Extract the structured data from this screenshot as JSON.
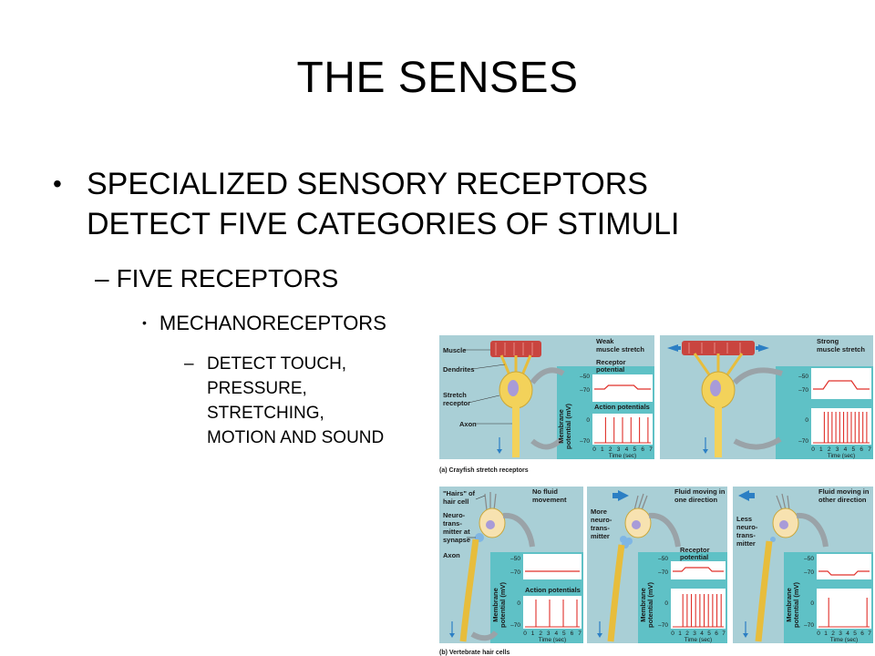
{
  "slide": {
    "title": "THE SENSES",
    "bullet1": "SPECIALIZED SENSORY RECEPTORS DETECT FIVE CATEGORIES OF STIMULI",
    "sub1_dash": "–",
    "sub1": "FIVE RECEPTORS",
    "sub2": "MECHANORECEPTORS",
    "sub3_dash": "–",
    "sub3_lines": [
      "DETECT TOUCH,",
      "PRESSURE,",
      "STRETCHING,",
      "MOTION AND SOUND"
    ]
  },
  "figure": {
    "colors": {
      "panel": "#a9cfd6",
      "graph_bg": "#5fc1c6",
      "neuron": "#f3d25a",
      "muscle": "#c9453f",
      "trace": "#e0302a",
      "arrow": "#2c7fc4"
    },
    "panel_a": {
      "caption": "(a) Crayfish stretch receptors",
      "weak": {
        "title": [
          "Weak",
          "muscle stretch"
        ],
        "labels": [
          "Muscle",
          "Dendrites",
          "Stretch",
          "receptor",
          "Axon",
          "Receptor",
          "potential",
          "Action potentials"
        ],
        "y_label": [
          "Membrane",
          "potential (mV)"
        ],
        "y_ticks": [
          "–50",
          "–70",
          "0",
          "–70"
        ],
        "x_ticks": [
          "0",
          "1",
          "2",
          "3",
          "4",
          "5",
          "6",
          "7"
        ],
        "x_label": "Time (sec)",
        "spike_count": 6
      },
      "strong": {
        "title": [
          "Strong",
          "muscle stretch"
        ],
        "y_ticks": [
          "–50",
          "–70",
          "0",
          "–70"
        ],
        "x_ticks": [
          "0",
          "1",
          "2",
          "3",
          "4",
          "5",
          "6",
          "7"
        ],
        "x_label": "Time (sec)",
        "spike_count": 12
      }
    },
    "panel_b": {
      "caption": "(b) Vertebrate hair cells",
      "no_fluid": {
        "title": [
          "No fluid",
          "movement"
        ],
        "labels": [
          "\"Hairs\" of",
          "hair cell",
          "Neuro-",
          "trans-",
          "mitter at",
          "synapse",
          "Axon",
          "Action potentials"
        ],
        "y_label": [
          "Membrane",
          "potential (mV)"
        ],
        "y_ticks": [
          "–50",
          "–70",
          "0",
          "–70"
        ],
        "x_ticks": [
          "0",
          "1",
          "2",
          "3",
          "4",
          "5",
          "6",
          "7"
        ],
        "x_label": "Time (sec)",
        "spike_count": 4
      },
      "one_dir": {
        "title": [
          "Fluid moving in",
          "one direction"
        ],
        "labels": [
          "More",
          "neuro-",
          "trans-",
          "mitter",
          "Receptor",
          "potential"
        ],
        "y_label": [
          "Membrane",
          "potential (mV)"
        ],
        "y_ticks": [
          "–50",
          "–70",
          "0",
          "–70"
        ],
        "x_ticks": [
          "0",
          "1",
          "2",
          "3",
          "4",
          "5",
          "6",
          "7"
        ],
        "x_label": "Time (sec)",
        "spike_count": 10
      },
      "other_dir": {
        "title": [
          "Fluid moving in",
          "other direction"
        ],
        "labels": [
          "Less",
          "neuro-",
          "trans-",
          "mitter"
        ],
        "y_label": [
          "Membrane",
          "potential (mV)"
        ],
        "y_ticks": [
          "–50",
          "–70",
          "0",
          "–70"
        ],
        "x_ticks": [
          "0",
          "1",
          "2",
          "3",
          "4",
          "5",
          "6",
          "7"
        ],
        "x_label": "Time (sec)",
        "spike_count": 2
      }
    }
  }
}
